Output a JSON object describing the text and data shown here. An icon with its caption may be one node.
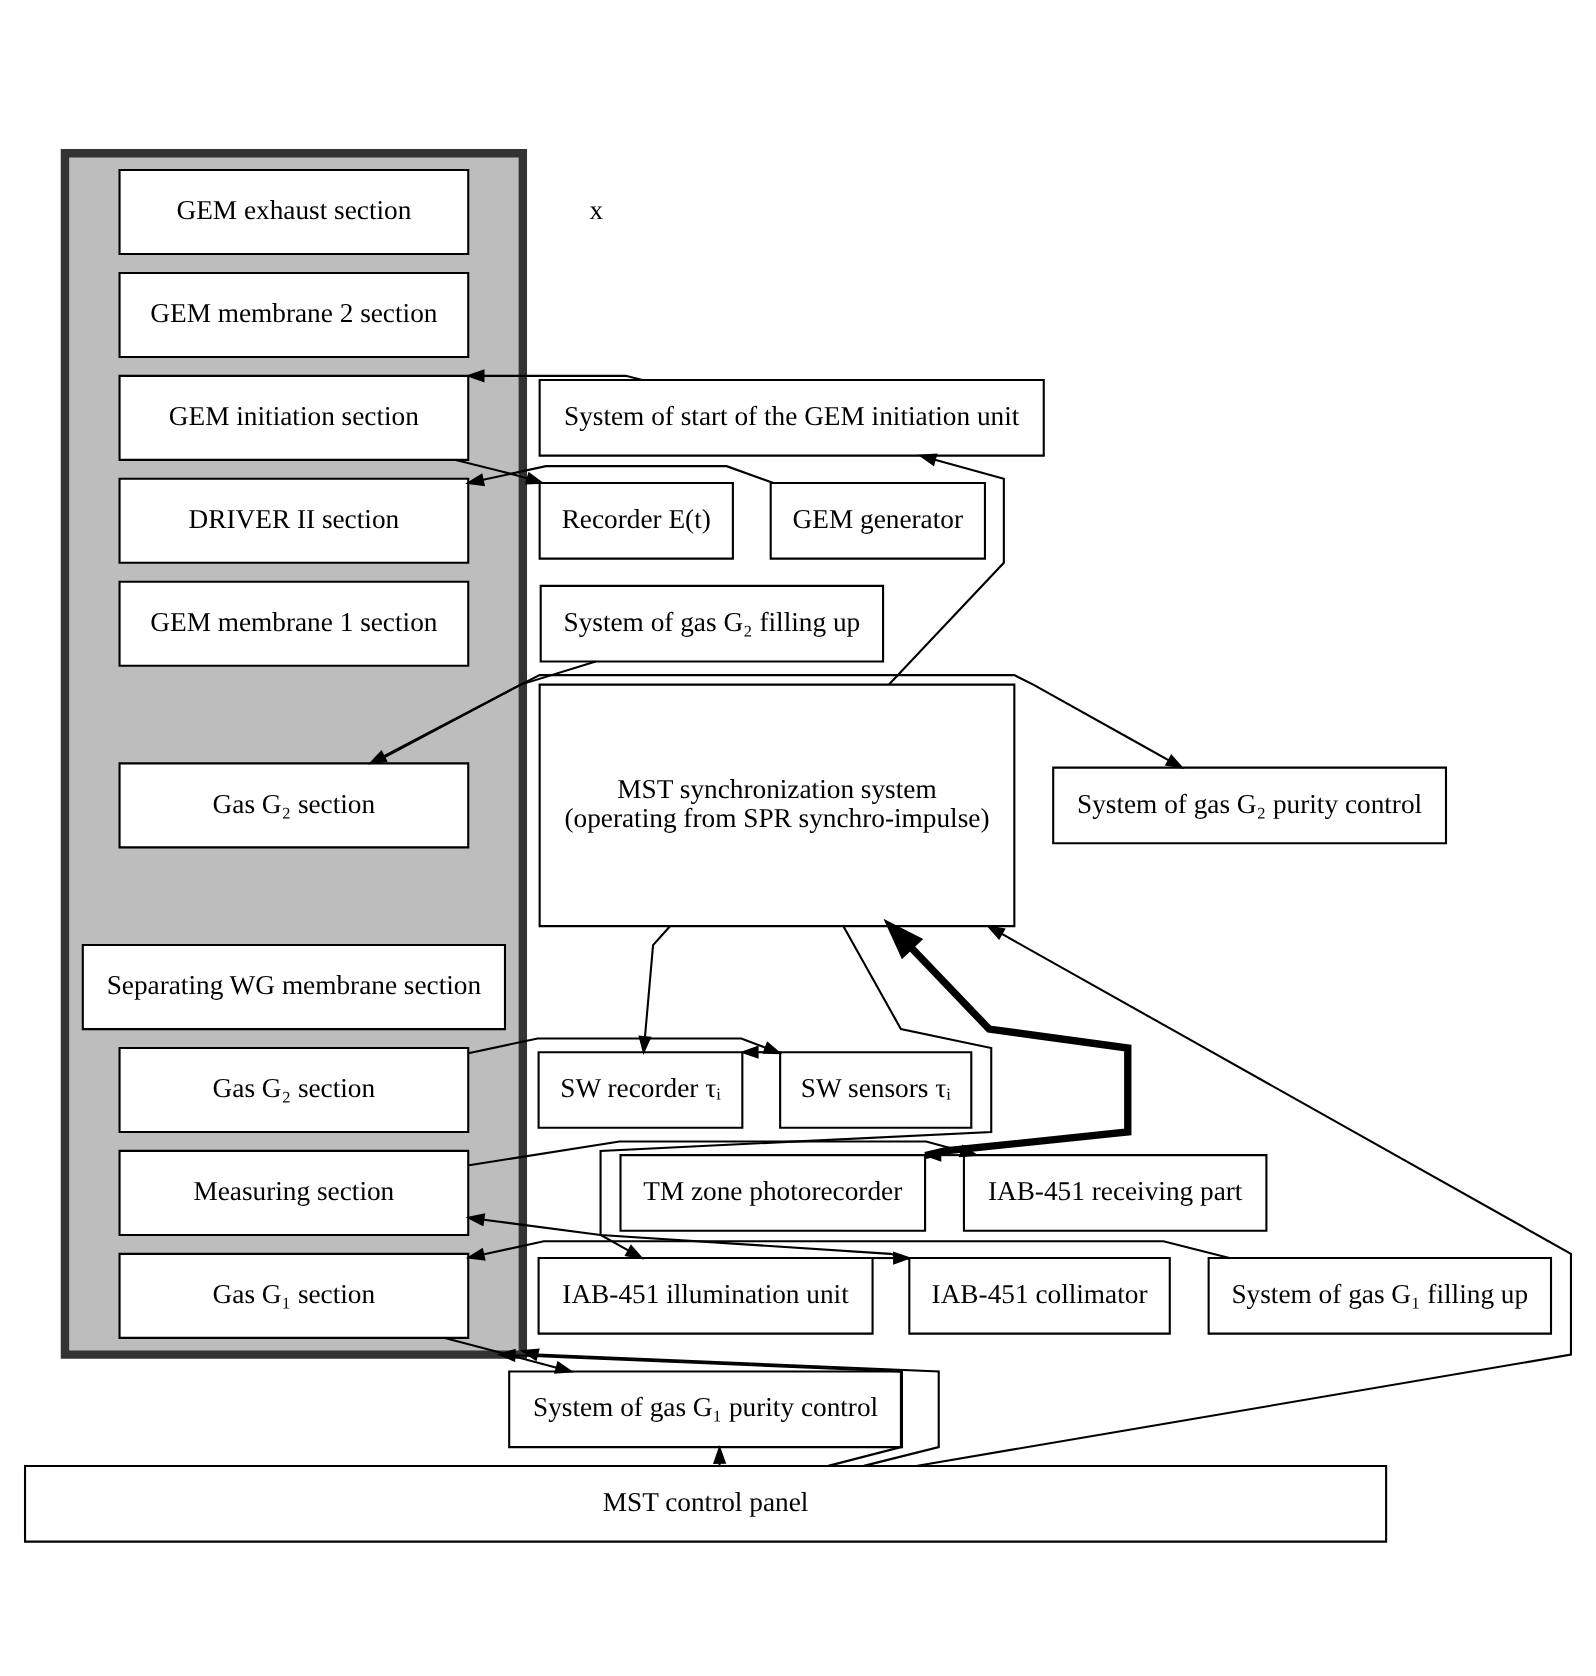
{
  "diagram": {
    "nodes": [
      {
        "text": [
          "MST synchronization system",
          "(operating from SPR synchro-impulse)"
        ]
      },
      {
        "text": [
          "System of start of the GEM initiation unit"
        ]
      },
      {
        "text": [
          "Recorder E(t)"
        ]
      },
      {
        "text": [
          "GEM generator"
        ]
      },
      {
        "text": [
          "System of gas G₂ filling up"
        ]
      },
      {
        "text": [
          "System of gas G₂ purity control"
        ]
      },
      {
        "text": [
          "SW recorder τᵢ"
        ]
      },
      {
        "text": [
          "SW sensors τᵢ"
        ]
      },
      {
        "text": [
          "TM zone photorecorder"
        ]
      },
      {
        "text": [
          "IAB-451 receiving part"
        ]
      },
      {
        "text": [
          "IAB-451 illumination unit"
        ]
      },
      {
        "text": [
          "IAB-451 collimator"
        ]
      },
      {
        "text": [
          "System of gas G₁ filling up"
        ]
      },
      {
        "text": [
          "System of gas G₁ purity control"
        ]
      },
      {
        "text": [],
        "shape": "box"
      },
      {
        "text": [
          "GEM exhaust section"
        ],
        "in": 14
      },
      {
        "text": [
          "GEM membrane 2 section"
        ],
        "in": 14
      },
      {
        "text": [
          "GEM initiation section"
        ],
        "in": 14
      },
      {
        "text": [
          "DRIVER II section"
        ],
        "in": 14
      },
      {
        "text": [
          "GEM membrane 1 section"
        ],
        "in": 14
      },
      {
        "text": [
          "Gas G₂ section"
        ],
        "in": 14
      },
      {
        "text": [
          "Separating WG membrane section"
        ],
        "in": 14
      },
      {
        "text": [
          "Gas G₂ section"
        ],
        "in": 14
      },
      {
        "text": [
          "Measuring section"
        ],
        "in": 14
      },
      {
        "text": [
          "Gas G₁ section"
        ],
        "in": 14
      },
      {
        "text": [
          "MST control panel"
        ]
      }
    ],
    "edges": [
      {
        "from": 0,
        "to": 1,
        "arrow": "to"
      },
      {
        "from": 1,
        "to": 17,
        "arrow": "to"
      },
      {
        "from": 17,
        "to": 2,
        "arrow": "to"
      },
      {
        "from": 3,
        "to": 18,
        "arrow": "to"
      },
      {
        "from": 4,
        "to": 20,
        "arrow": "to"
      },
      {
        "from": 20,
        "to": 5,
        "arrow": "to"
      },
      {
        "from": 22,
        "to": 7,
        "arrow": "to"
      },
      {
        "from": 7,
        "to": 6,
        "arrow": "to"
      },
      {
        "from": 0,
        "to": 6,
        "arrow": "to"
      },
      {
        "from": 23,
        "to": 9,
        "arrow": "to"
      },
      {
        "from": 9,
        "to": 8,
        "arrow": "to"
      },
      {
        "from": 8,
        "to": 0,
        "arrow": "to",
        "style": "thick"
      },
      {
        "from": 0,
        "to": 10,
        "arrow": "to"
      },
      {
        "from": 10,
        "to": 11,
        "arrow": "to"
      },
      {
        "from": 11,
        "to": 23,
        "arrow": "to"
      },
      {
        "from": 12,
        "to": 24,
        "arrow": "to"
      },
      {
        "from": 24,
        "to": 13,
        "arrow": "to"
      },
      {
        "from": 25,
        "to": 0,
        "arrow": "to"
      },
      {
        "from": 25,
        "to": 13,
        "arrow": "to"
      },
      {
        "from": 25,
        "to": 14,
        "arrow": "to"
      },
      {
        "from": 25,
        "to": 14,
        "arrow": "to"
      }
    ],
    "labels": [
      "x"
    ]
  }
}
